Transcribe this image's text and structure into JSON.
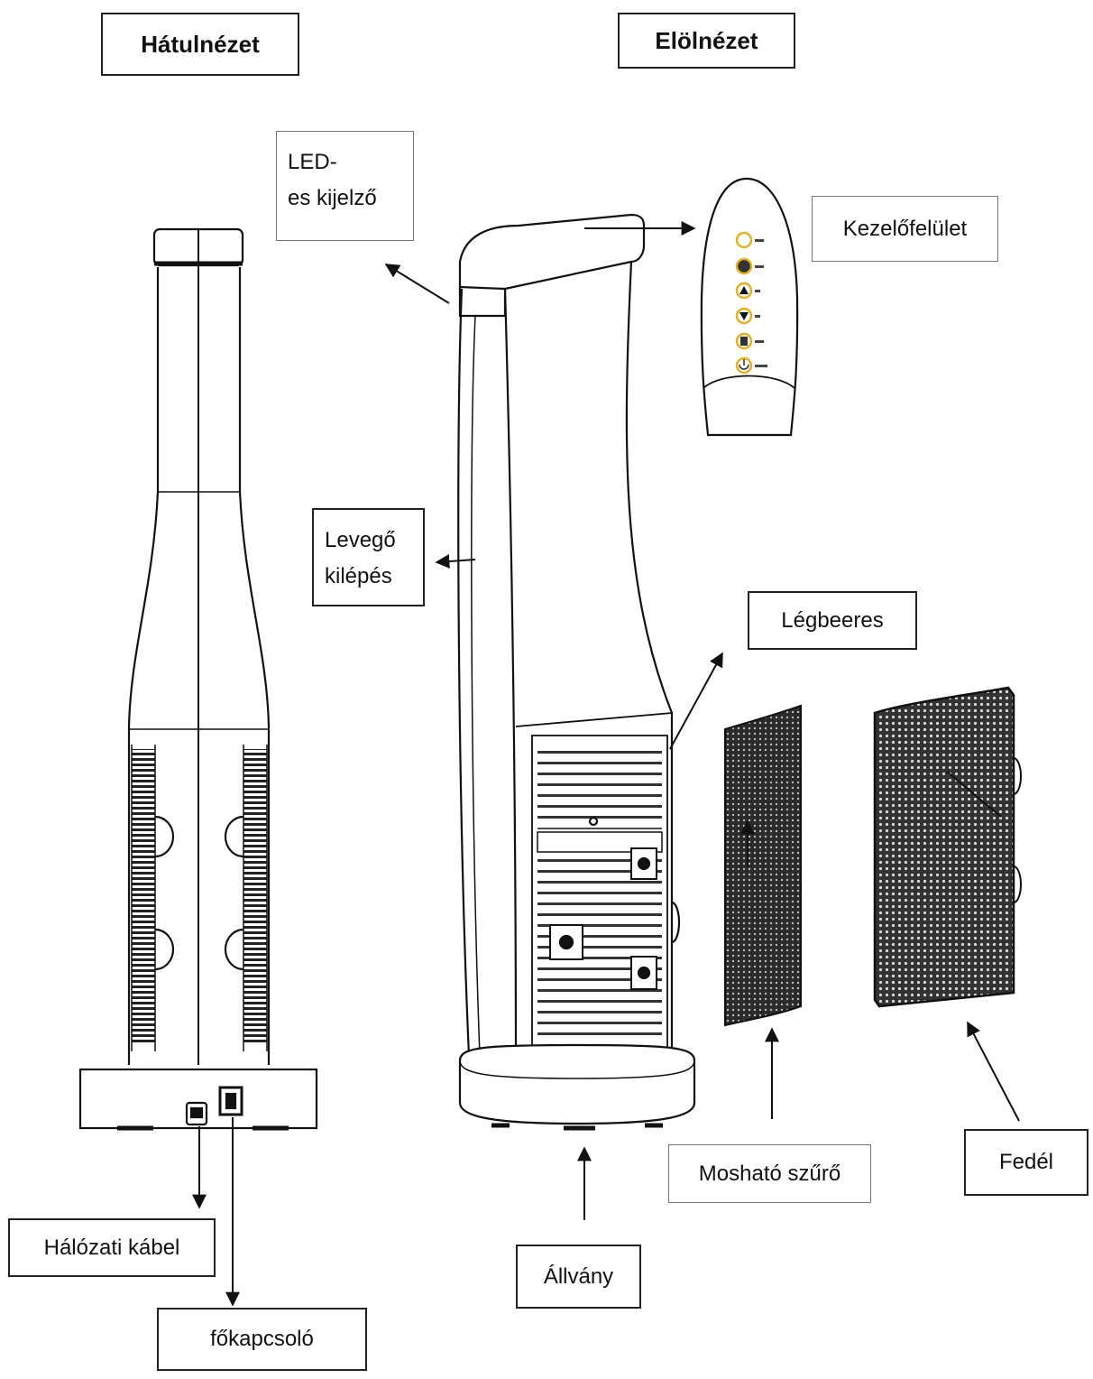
{
  "headings": {
    "back_view": "Hátulnézet",
    "front_view": "Elölnézet"
  },
  "labels": {
    "led_line1": "LED-",
    "led_line2": "es kijelző",
    "control_panel": "Kezelőfelület",
    "air_outlet_line1": "Levegő",
    "air_outlet_line2": "kilépés",
    "air_inlet": "Légbeeres",
    "washable_filter": "Mosható szűrő",
    "cover": "Fedél",
    "stand": "Állvány",
    "power_cable": "Hálózati kábel",
    "main_switch": "főkapcsoló"
  },
  "colors": {
    "line": "#111111",
    "button_accent": "#e8b020",
    "filter_dark": "#222222"
  }
}
